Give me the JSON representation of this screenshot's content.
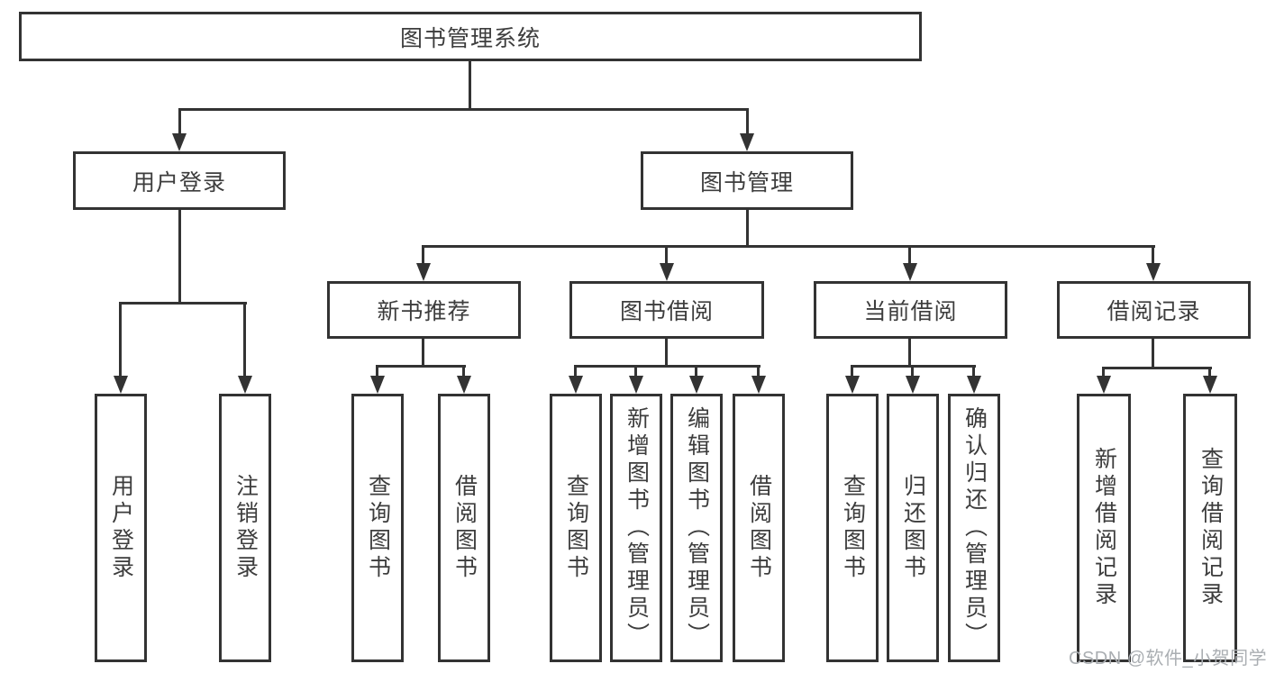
{
  "tree": {
    "label": "图书管理系统",
    "children": [
      {
        "label": "用户登录",
        "children": [
          {
            "label": "用户登录"
          },
          {
            "label": "注销登录"
          }
        ]
      },
      {
        "label": "图书管理",
        "children": [
          {
            "label": "新书推荐",
            "children": [
              {
                "label": "查询图书"
              },
              {
                "label": "借阅图书"
              }
            ]
          },
          {
            "label": "图书借阅",
            "children": [
              {
                "label": "查询图书"
              },
              {
                "label": "新增图书（管理员）"
              },
              {
                "label": "编辑图书（管理员）"
              },
              {
                "label": "借阅图书"
              }
            ]
          },
          {
            "label": "当前借阅",
            "children": [
              {
                "label": "查询图书"
              },
              {
                "label": "归还图书"
              },
              {
                "label": "确认归还（管理员）"
              }
            ]
          },
          {
            "label": "借阅记录",
            "children": [
              {
                "label": "新增借阅记录"
              },
              {
                "label": "查询借阅记录"
              }
            ]
          }
        ]
      }
    ]
  },
  "watermark": {
    "text": "CSDN @软件_小贺同学"
  },
  "colors": {
    "line": "#333333",
    "text": "#3d3d3d",
    "background": "#ffffff",
    "watermark": "#aaaeb2"
  }
}
